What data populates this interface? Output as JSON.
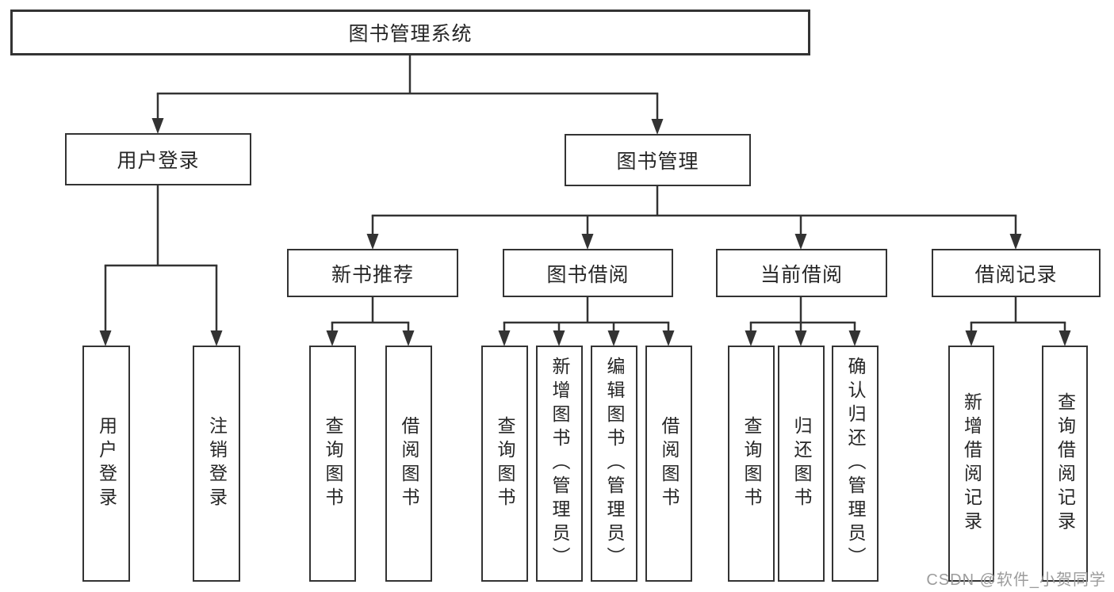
{
  "page": {
    "background": "#ffffff"
  },
  "diagram": {
    "type": "hierarchy-chart",
    "line_color": "#333333",
    "text_color": "#262626",
    "box_fill": "#ffffff",
    "root": {
      "label": "图书管理系统",
      "children": [
        {
          "label": "用户登录",
          "children": [
            {
              "label": "用户登录"
            },
            {
              "label": "注销登录"
            }
          ]
        },
        {
          "label": "图书管理",
          "children": [
            {
              "label": "新书推荐",
              "children": [
                {
                  "label": "查询图书"
                },
                {
                  "label": "借阅图书"
                }
              ]
            },
            {
              "label": "图书借阅",
              "children": [
                {
                  "label": "查询图书"
                },
                {
                  "label": "新增图书（管理员）"
                },
                {
                  "label": "编辑图书（管理员）"
                },
                {
                  "label": "借阅图书"
                }
              ]
            },
            {
              "label": "当前借阅",
              "children": [
                {
                  "label": "查询图书"
                },
                {
                  "label": "归还图书"
                },
                {
                  "label": "确认归还（管理员）"
                }
              ]
            },
            {
              "label": "借阅记录",
              "children": [
                {
                  "label": "新增借阅记录"
                },
                {
                  "label": "查询借阅记录"
                }
              ]
            }
          ]
        }
      ]
    }
  },
  "watermark": {
    "text": "CSDN @软件_小贺同学",
    "color": "#9c9c9c"
  }
}
